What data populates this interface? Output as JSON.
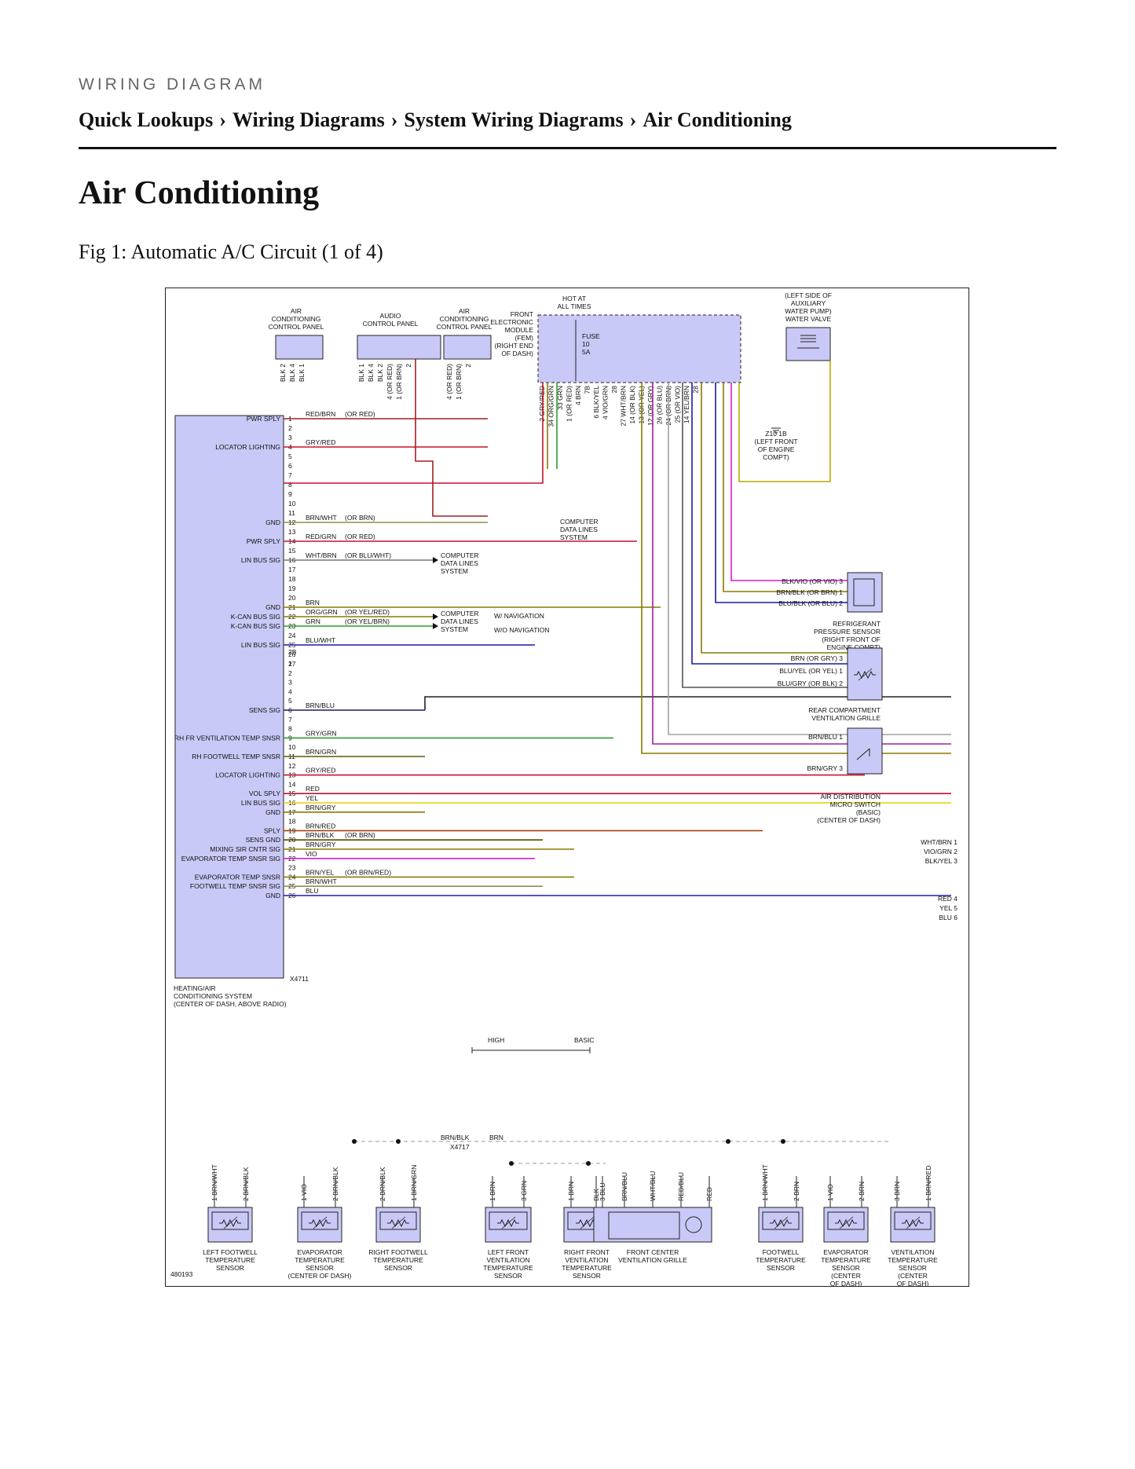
{
  "header": {
    "kicker": "WIRING DIAGRAM",
    "breadcrumb": [
      "Quick Lookups",
      "Wiring Diagrams",
      "System Wiring Diagrams",
      "Air Conditioning"
    ],
    "separator": "›"
  },
  "page_title": "Air Conditioning",
  "figure_caption": "Fig 1: Automatic A/C Circuit (1 of 4)",
  "diagram": {
    "figure_id": "480193",
    "colors": {
      "module_fill": "#c9c9f7",
      "RED": "#c8102e",
      "BRN": "#7a4a12",
      "GRN": "#2e9e2e",
      "BLU": "#1a1aa6",
      "YEL": "#e6d200",
      "VIO": "#d81bd8",
      "GRY": "#a0a0a0",
      "BLK": "#222222",
      "OLIVE": "#8a7a00",
      "BRN_WHT": "#9a8a4a"
    },
    "top_components": {
      "ac_panel_left": [
        "AIR",
        "CONDITIONING",
        "CONTROL PANEL"
      ],
      "audio_panel": [
        "AUDIO",
        "CONTROL PANEL"
      ],
      "ac_panel_right": [
        "AIR",
        "CONDITIONING",
        "CONTROL PANEL"
      ],
      "hot_at": [
        "HOT AT",
        "ALL TIMES"
      ],
      "fem": [
        "FRONT",
        "ELECTRONIC",
        "MODULE",
        "(FEM)",
        "(RIGHT END",
        "OF DASH)"
      ],
      "fuse": [
        "FUSE",
        "10",
        "5A"
      ],
      "water_valve": [
        "(LEFT SIDE OF",
        "AUXILIARY",
        "WATER PUMP)",
        "WATER VALVE"
      ],
      "ground": [
        "Z10 1B",
        "(LEFT FRONT",
        "OF ENGINE",
        "COMPT)"
      ],
      "computer_data_lines": [
        "COMPUTER",
        "DATA LINES",
        "SYSTEM"
      ],
      "notes": [
        "W/ NAVIGATION",
        "W/O NAVIGATION"
      ]
    },
    "top_pin_labels": {
      "ac_left": [
        "BLK 2",
        "BLK 4",
        "BLK 1"
      ],
      "audio": [
        "BLK 1",
        "BLK 4",
        "BLK 2",
        "4 (OR RED)",
        "1 (OR BRN)",
        "2"
      ],
      "ac_right": [
        "4 (OR RED)",
        "1 (OR BRN)",
        "2"
      ],
      "fem": [
        "2 GRY/RED",
        "34 ORG/GRN",
        "33 GRN",
        "1 (OR RED)",
        "4 BRN",
        "7B",
        "6 BLK/YEL",
        "4 VIO/GRN",
        "28",
        "27 WHT/BRN",
        "14 (OR BLK)",
        "13 (OR YEL)",
        "12 (OR GRY)",
        "26 (OR BLU)",
        "24 (OR BRN)",
        "25 (OR VIO)",
        "14 YEL/BRN",
        "28"
      ]
    },
    "hvac_module": {
      "name": [
        "HEATING/AIR",
        "CONDITIONING SYSTEM",
        "(CENTER OF DASH, ABOVE RADIO)"
      ],
      "connector_a": "X4711",
      "left_labels": [
        {
          "pin": 1,
          "text": "PWR SPLY"
        },
        {
          "pin": 4,
          "text": "LOCATOR LIGHTING"
        },
        {
          "pin": 12,
          "text": "GND"
        },
        {
          "pin": 14,
          "text": "PWR SPLY"
        },
        {
          "pin": 16,
          "text": "LIN BUS SIG"
        },
        {
          "pin": 21,
          "text": "GND"
        },
        {
          "pin": 22,
          "text": "K-CAN BUS SIG"
        },
        {
          "pin": 23,
          "text": "K-CAN BUS SIG"
        },
        {
          "pin": 25,
          "text": "LIN BUS SIG"
        },
        {
          "pin": "B6",
          "text": "SENS SIG"
        },
        {
          "pin": "B9",
          "text": "RH FR VENTILATION TEMP SNSR"
        },
        {
          "pin": "B11",
          "text": "RH FOOTWELL TEMP SNSR"
        },
        {
          "pin": "B13",
          "text": "LOCATOR LIGHTING"
        },
        {
          "pin": "B15",
          "text": "VOL SPLY"
        },
        {
          "pin": "B16",
          "text": "LIN BUS SIG"
        },
        {
          "pin": "B17",
          "text": "GND"
        },
        {
          "pin": "B19",
          "text": "SPLY"
        },
        {
          "pin": "B20",
          "text": "SENS GND"
        },
        {
          "pin": "B21",
          "text": "MIXING SIR CNTR SIG"
        },
        {
          "pin": "B22",
          "text": "EVAPORATOR TEMP SNSR SIG"
        },
        {
          "pin": "B24",
          "text": "EVAPORATOR TEMP SNSR"
        },
        {
          "pin": "B25",
          "text": "FOOTWELL TEMP SNSR SIG"
        },
        {
          "pin": "B26",
          "text": "GND"
        }
      ],
      "wires_a": [
        {
          "pin": 1,
          "label": "RED/BRN",
          "alt": "(OR RED)",
          "color": "#a02020"
        },
        {
          "pin": 4,
          "label": "GRY/RED",
          "alt": "",
          "color": "#c8102e"
        },
        {
          "pin": 12,
          "label": "BRN/WHT",
          "alt": "(OR BRN)",
          "color": "#9a8a4a"
        },
        {
          "pin": 14,
          "label": "RED/GRN",
          "alt": "(OR RED)",
          "color": "#c8102e"
        },
        {
          "pin": 16,
          "label": "WHT/BRN",
          "alt": "(OR BLU/WHT)",
          "color": "#777777"
        },
        {
          "pin": 21,
          "label": "BRN",
          "alt": "",
          "color": "#8a7a00"
        },
        {
          "pin": 22,
          "label": "ORG/GRN",
          "alt": "(OR YEL/RED)",
          "color": "#8a7a00"
        },
        {
          "pin": 23,
          "label": "GRN",
          "alt": "(OR YEL/BRN)",
          "color": "#2e9e2e"
        },
        {
          "pin": 25,
          "label": "BLU/WHT",
          "alt": "",
          "color": "#1a1aa6"
        }
      ],
      "wires_b": [
        {
          "pin": 6,
          "label": "BRN/BLU",
          "alt": "",
          "color": "#1a1a66"
        },
        {
          "pin": 9,
          "label": "GRY/GRN",
          "alt": "",
          "color": "#2e9e2e"
        },
        {
          "pin": 11,
          "label": "BRN/GRN",
          "alt": "",
          "color": "#5a5a00"
        },
        {
          "pin": 13,
          "label": "GRY/RED",
          "alt": "",
          "color": "#c8102e"
        },
        {
          "pin": 15,
          "label": "RED",
          "alt": "",
          "color": "#c8102e"
        },
        {
          "pin": 16,
          "label": "YEL",
          "alt": "",
          "color": "#e6d200"
        },
        {
          "pin": 17,
          "label": "BRN/GRY",
          "alt": "",
          "color": "#8a7a00"
        },
        {
          "pin": 19,
          "label": "BRN/RED",
          "alt": "",
          "color": "#a0400a"
        },
        {
          "pin": 20,
          "label": "BRN/BLK",
          "alt": "(OR BRN)",
          "color": "#5a4a00"
        },
        {
          "pin": 21,
          "label": "BRN/GRY",
          "alt": "",
          "color": "#8a7a00"
        },
        {
          "pin": 22,
          "label": "VIO",
          "alt": "",
          "color": "#d81bd8"
        },
        {
          "pin": 24,
          "label": "BRN/YEL",
          "alt": "(OR BRN/RED)",
          "color": "#8a7a00"
        },
        {
          "pin": 25,
          "label": "BRN/WHT",
          "alt": "",
          "color": "#9a8a4a"
        },
        {
          "pin": 26,
          "label": "BLU",
          "alt": "",
          "color": "#1a1aa6"
        }
      ],
      "connector_b": "2B"
    },
    "right_components": {
      "refrigerant_sensor": {
        "name": [
          "REFRIGERANT",
          "PRESSURE SENSOR",
          "(RIGHT FRONT OF",
          "ENGINE COMPT)"
        ],
        "wires": [
          "BLK/VIO (OR VIO) 3",
          "BRN/BLK (OR BRN) 1",
          "BLU/BLK (OR BLU) 2"
        ]
      },
      "rear_grille": {
        "name": [
          "REAR COMPARTMENT",
          "VENTILATION GRILLE"
        ],
        "wires": [
          "BRN (OR GRY) 3",
          "BLU/YEL (OR YEL) 1",
          "BLU/GRY (OR BLK) 2"
        ]
      },
      "micro_switch": {
        "name": [
          "AIR DISTRIBUTION",
          "MICRO SWITCH",
          "(BASIC)",
          "(CENTER OF DASH)"
        ],
        "wires": [
          "BRN/BLU 1",
          "BRN/GRY 3"
        ]
      },
      "connector_right": [
        "WHT/BRN 1",
        "VIO/GRN 2",
        "BLK/YEL 3",
        "RED 4",
        "YEL 5",
        "BLU 6"
      ]
    },
    "splice": {
      "high": "HIGH",
      "basic": "BASIC",
      "connector": "X4717",
      "brn_blk": "BRN/BLK",
      "brn": "BRN"
    },
    "bottom_sensors": [
      {
        "name": [
          "LEFT FOOTWELL",
          "TEMPERATURE",
          "SENSOR"
        ],
        "pins": [
          "1 BRN/WHT",
          "2 BRN/BLK"
        ]
      },
      {
        "name": [
          "EVAPORATOR",
          "TEMPERATURE",
          "SENSOR",
          "(CENTER OF DASH)"
        ],
        "pins": [
          "1 VIO",
          "2 BRN/BLK"
        ]
      },
      {
        "name": [
          "RIGHT FOOTWELL",
          "TEMPERATURE",
          "SENSOR"
        ],
        "pins": [
          "2 BRN/BLK",
          "1 BRN/GRN"
        ]
      },
      {
        "name": [
          "LEFT FRONT",
          "VENTILATION",
          "TEMPERATURE",
          "SENSOR"
        ],
        "pins": [
          "1 BRN",
          "3 GRN"
        ]
      },
      {
        "name": [
          "RIGHT FRONT",
          "VENTILATION",
          "TEMPERATURE",
          "SENSOR"
        ],
        "pins": [
          "1 BRN",
          "3 BLU"
        ]
      },
      {
        "name": [
          "FRONT CENTER",
          "VENTILATION GRILLE"
        ],
        "pins": [
          "BLK",
          "BRN/BLU",
          "WHT/BLU",
          "RED/BLU",
          "RED"
        ]
      },
      {
        "name": [
          "FOOTWELL",
          "TEMPERATURE",
          "SENSOR"
        ],
        "pins": [
          "1 BRN/WHT",
          "2 BRN"
        ]
      },
      {
        "name": [
          "EVAPORATOR",
          "TEMPERATURE",
          "SENSOR",
          "(CENTER",
          "OF DASH)"
        ],
        "pins": [
          "1 VIO",
          "2 BRN"
        ]
      },
      {
        "name": [
          "VENTILATION",
          "TEMPERATURE",
          "SENSOR",
          "(CENTER",
          "OF DASH)"
        ],
        "pins": [
          "3 BRN",
          "1 BRN/RED"
        ]
      }
    ]
  }
}
